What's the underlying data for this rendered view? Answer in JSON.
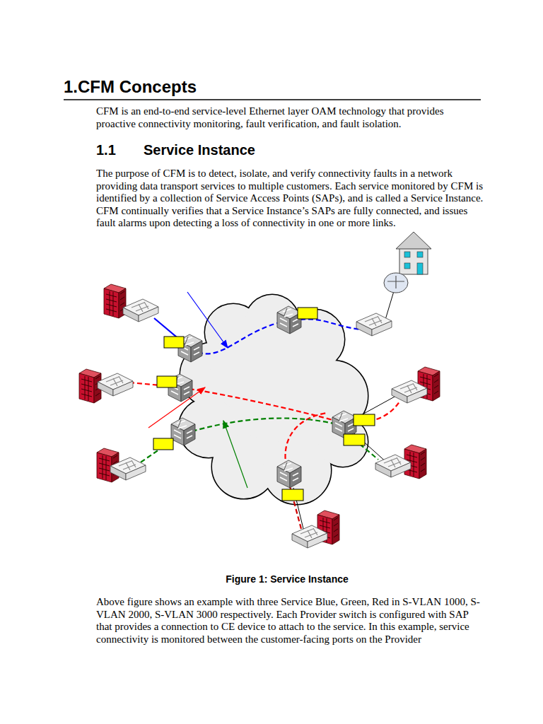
{
  "diagram": {
    "title": "1.CFM Concepts",
    "caption": "Figure 1: Service Instance",
    "labels": [
      "CFM is an end-to-end service-level Ethernet layer OAM technology that provides proactive connectivity monitoring, fault verification, and fault isolation.",
      "1.1",
      "Service Instance",
      "The purpose of CFM is to detect, isolate, and verify connectivity faults in a network providing data transport services to multiple customers. Each service monitored by CFM is identified by a collection of Service Access Points (SAPs), and is called a Service Instance. CFM continually verifies that a Service Instance’s SAPs are fully connected, and issues fault alarms upon detecting a loss of connectivity in one or more links.",
      "Above figure shows an example with three Service Blue, Green, Red in S-VLAN 1000, S-VLAN 2000, S-VLAN 3000 respectively. Each Provider switch is configured with SAP that provides a connection to CE device to attach to the service. In this example, service connectivity is monitored between the customer-facing ports on the Provider"
    ]
  }
}
